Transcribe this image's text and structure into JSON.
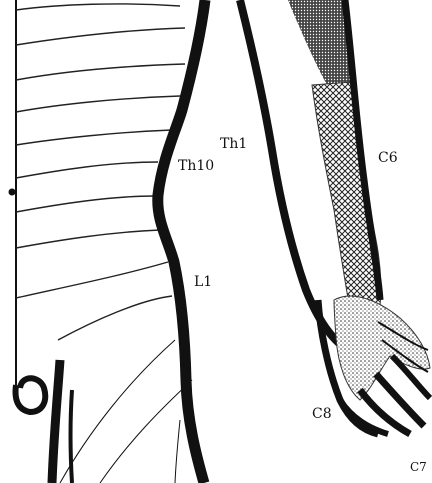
{
  "labels": {
    "th1": "Th1",
    "th10": "Th10",
    "l1": "L1",
    "c6": "C6",
    "c8": "C8",
    "c7": "C7"
  },
  "colors": {
    "ink": "#111111",
    "background": "#ffffff"
  }
}
